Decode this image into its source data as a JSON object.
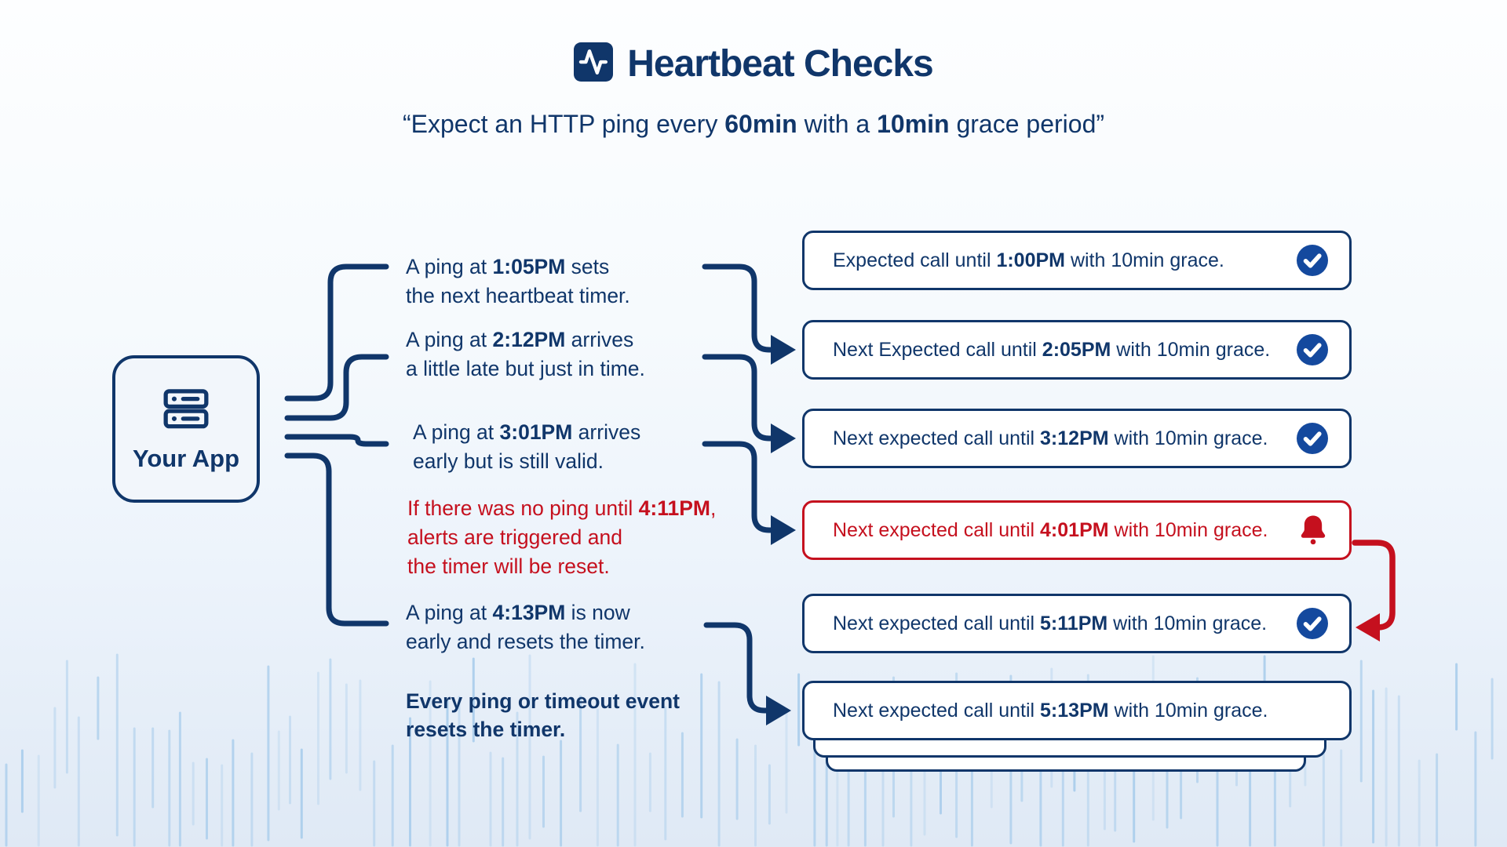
{
  "colors": {
    "navy": "#10366a",
    "red": "#c5101e",
    "check_blue": "#14499e",
    "bar_blue": "#a9cdec",
    "app_box_bg": "#f2f6fb",
    "box_bg": "#ffffff",
    "bg_top": "#fdfeff",
    "bg_bottom": "#dfe9f5"
  },
  "header": {
    "icon": "activity-icon",
    "title": "Heartbeat Checks",
    "subtitle_segments": [
      {
        "t": "“Expect an HTTP ping every ",
        "b": false
      },
      {
        "t": "60min",
        "b": true
      },
      {
        "t": " with a ",
        "b": false
      },
      {
        "t": "10min",
        "b": true
      },
      {
        "t": " grace period”",
        "b": false
      }
    ]
  },
  "app_node": {
    "icon": "server-icon",
    "label": "Your App"
  },
  "annotations": [
    {
      "id": "ping-1-05",
      "variant": "normal",
      "lines": [
        [
          {
            "t": "A ping at ",
            "b": false
          },
          {
            "t": "1:05PM",
            "b": true
          },
          {
            "t": " sets",
            "b": false
          }
        ],
        [
          {
            "t": "the next heartbeat timer.",
            "b": false
          }
        ]
      ]
    },
    {
      "id": "ping-2-12",
      "variant": "normal",
      "lines": [
        [
          {
            "t": "A ping at ",
            "b": false
          },
          {
            "t": "2:12PM",
            "b": true
          },
          {
            "t": " arrives",
            "b": false
          }
        ],
        [
          {
            "t": "a little late but just in time.",
            "b": false
          }
        ]
      ]
    },
    {
      "id": "ping-3-01",
      "variant": "normal",
      "lines": [
        [
          {
            "t": "A ping at ",
            "b": false
          },
          {
            "t": "3:01PM",
            "b": true
          },
          {
            "t": " arrives",
            "b": false
          }
        ],
        [
          {
            "t": "early but is still valid.",
            "b": false
          }
        ]
      ]
    },
    {
      "id": "timeout-4-11",
      "variant": "alert",
      "lines": [
        [
          {
            "t": "If there was no ping until ",
            "b": false
          },
          {
            "t": "4:11PM",
            "b": true
          },
          {
            "t": ",",
            "b": false
          }
        ],
        [
          {
            "t": "alerts are triggered and",
            "b": false
          }
        ],
        [
          {
            "t": "the timer will be reset.",
            "b": false
          }
        ]
      ]
    },
    {
      "id": "ping-4-13",
      "variant": "normal",
      "lines": [
        [
          {
            "t": "A ping at ",
            "b": false
          },
          {
            "t": "4:13PM",
            "b": true
          },
          {
            "t": " is now",
            "b": false
          }
        ],
        [
          {
            "t": "early and resets the timer.",
            "b": false
          }
        ]
      ]
    },
    {
      "id": "reset-note",
      "variant": "note",
      "lines": [
        [
          {
            "t": "Every ping or timeout event",
            "b": true
          }
        ],
        [
          {
            "t": "resets the timer.",
            "b": true
          }
        ]
      ]
    }
  ],
  "timeline_boxes": [
    {
      "text_pre": "Expected call until ",
      "time": "1:00PM",
      "text_post": " with 10min grace.",
      "status_icon": "check-icon",
      "variant": "ok"
    },
    {
      "text_pre": "Next Expected call until ",
      "time": "2:05PM",
      "text_post": " with 10min grace.",
      "status_icon": "check-icon",
      "variant": "ok"
    },
    {
      "text_pre": "Next expected call until ",
      "time": "3:12PM",
      "text_post": " with 10min grace.",
      "status_icon": "check-icon",
      "variant": "ok"
    },
    {
      "text_pre": "Next expected call until ",
      "time": "4:01PM",
      "text_post": " with 10min grace.",
      "status_icon": "bell-icon",
      "variant": "alert"
    },
    {
      "text_pre": "Next expected call until ",
      "time": "5:11PM",
      "text_post": " with 10min grace.",
      "status_icon": "check-icon",
      "variant": "ok"
    },
    {
      "text_pre": "Next expected call until ",
      "time": "5:13PM",
      "text_post": " with 10min grace.",
      "status_icon": "none",
      "variant": "plain"
    }
  ]
}
